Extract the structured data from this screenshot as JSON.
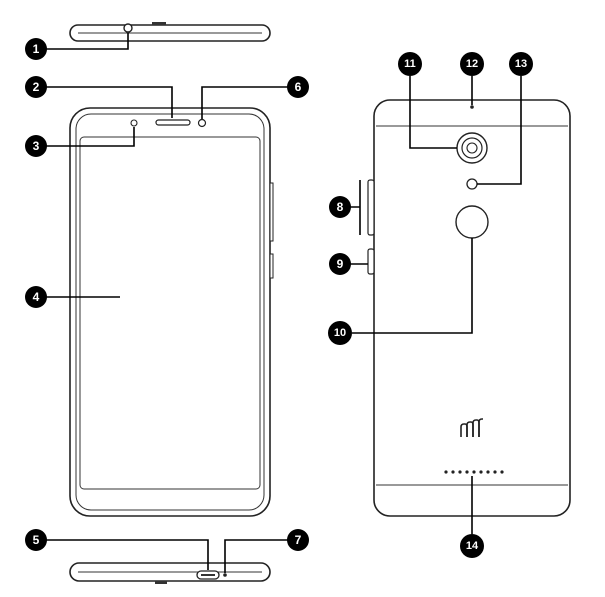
{
  "callouts": [
    "1",
    "2",
    "3",
    "4",
    "5",
    "6",
    "7",
    "8",
    "9",
    "10",
    "11",
    "12",
    "13",
    "14"
  ],
  "colors": {
    "ink": "#000000",
    "outline": "#222222",
    "badge_text": "#ffffff",
    "background": "#ffffff"
  },
  "icons": {
    "brand_logo": "microphone-m-logo-icon",
    "fingerprint": "fingerprint-sensor-icon",
    "camera": "rear-camera-icon"
  }
}
